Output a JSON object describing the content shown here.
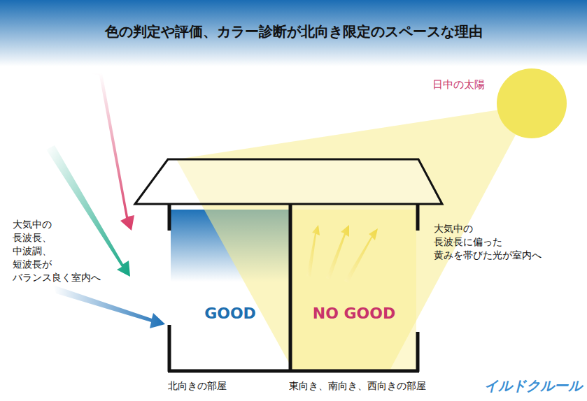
{
  "diagram": {
    "title": "色の判定や評価、カラー診断が北向き限定のスペースな理由",
    "nodes": [
      {
        "text": [
          "日中の太陽"
        ]
      },
      {
        "text": [
          "GOOD",
          "北向きの部屋"
        ]
      },
      {
        "text": [
          "NO GOOD",
          "東向き、南向き、西向きの部屋"
        ]
      }
    ],
    "labels": [
      "大気中の 長波長、 中波調、 短波長が バランス良く室内へ",
      "大気中の 長波長に偏った 黄みを帯びた光が室内へ",
      "イルドクルール"
    ]
  }
}
